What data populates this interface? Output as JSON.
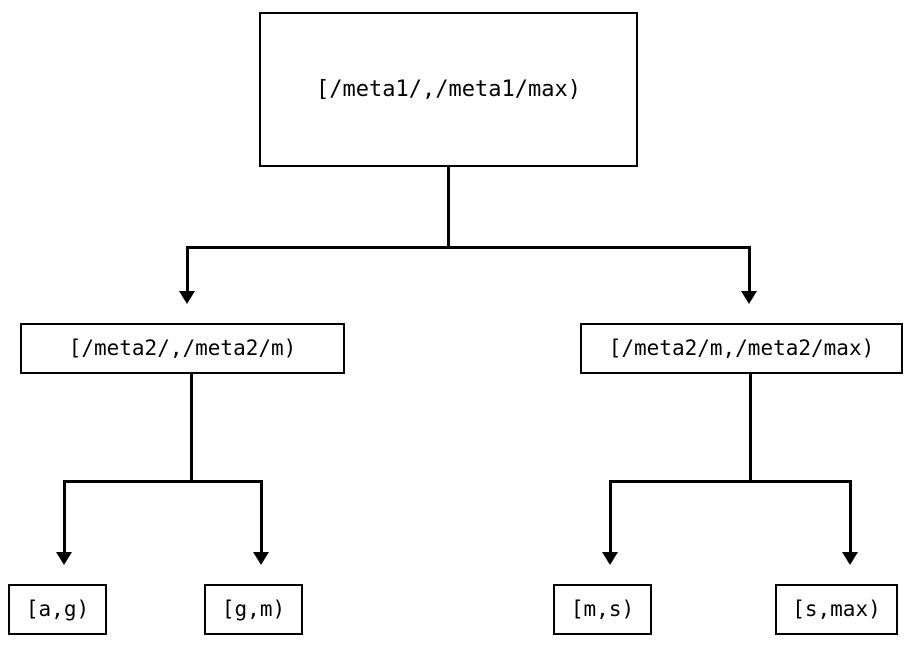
{
  "diagram": {
    "type": "interval-partition-tree",
    "background_color": "#ffffff",
    "line_color": "#000000",
    "text_color": "#000000",
    "nodes": {
      "root": {
        "label": "[/meta1/,/meta1/max)"
      },
      "level2": [
        {
          "label": "[/meta2/,/meta2/m)"
        },
        {
          "label": "[/meta2/m,/meta2/max)"
        }
      ],
      "leaves": [
        {
          "label": "[a,g)"
        },
        {
          "label": "[g,m)"
        },
        {
          "label": "[m,s)"
        },
        {
          "label": "[s,max)"
        }
      ]
    },
    "edges": {
      "arrowhead_style": "filled-triangle-down",
      "count": 6
    }
  }
}
